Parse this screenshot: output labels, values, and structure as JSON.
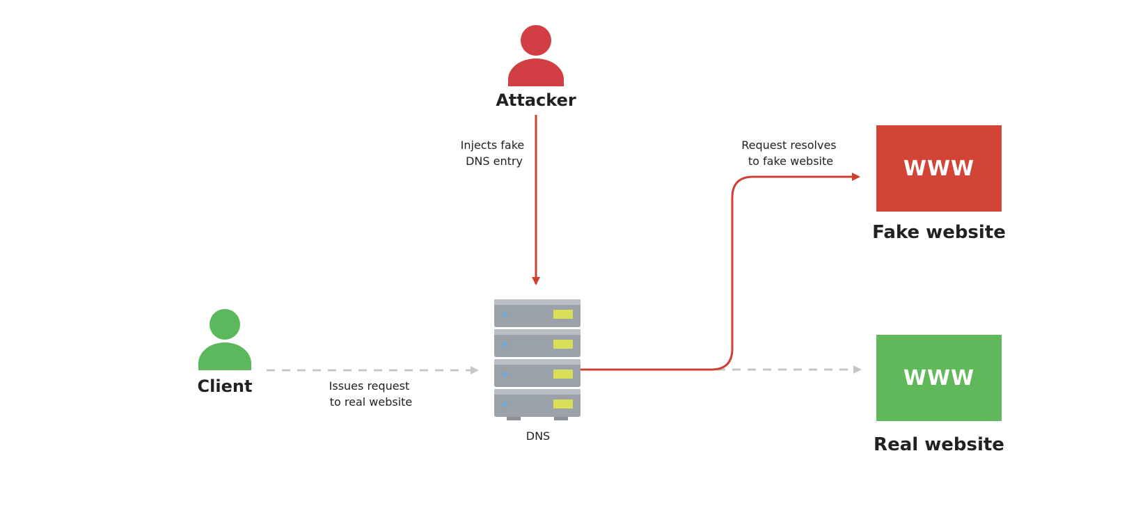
{
  "colors": {
    "attacker": "#d13f44",
    "client": "#5cb85c",
    "fake_box": "#d14436",
    "real_box": "#5fb85a",
    "attack_path": "#cf3f32",
    "normal_path": "#c4c7ca",
    "server_body": "#9aa1a8",
    "server_light": "#d8e05a",
    "text": "#202124"
  },
  "nodes": {
    "attacker": {
      "label": "Attacker",
      "icon": "person-icon"
    },
    "client": {
      "label": "Client",
      "icon": "person-icon"
    },
    "dns": {
      "label": "DNS",
      "icon": "server-stack-icon"
    },
    "fake_website": {
      "label": "Fake website",
      "box_text": "WWW",
      "icon": "website-icon"
    },
    "real_website": {
      "label": "Real website",
      "box_text": "WWW",
      "icon": "website-icon"
    }
  },
  "edges": {
    "inject": {
      "from": "attacker",
      "to": "dns",
      "style": "solid-red",
      "label_lines": [
        "Injects fake",
        "DNS entry"
      ]
    },
    "request": {
      "from": "client",
      "to": "dns",
      "style": "dashed-gray",
      "label_lines": [
        "Issues request",
        "to real website"
      ]
    },
    "resolve_fake": {
      "from": "dns",
      "to": "fake_website",
      "style": "solid-red",
      "label_lines": [
        "Request resolves",
        "to fake website"
      ]
    },
    "intended_real": {
      "from": "dns",
      "to": "real_website",
      "style": "dashed-gray",
      "label_lines": []
    }
  }
}
